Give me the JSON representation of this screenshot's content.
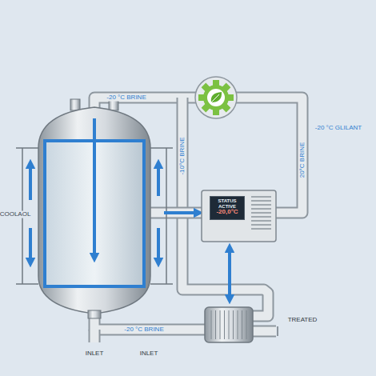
{
  "diagram": {
    "nodes": [
      {
        "text": [
          "STATUS ACTIVE",
          "-20,0°C"
        ]
      }
    ],
    "labels": [
      "-20 °C BRINE",
      "-20 °C GLILANT",
      "-10°C BRINE",
      "20°C BRINE",
      "COOLAOL",
      "-20 °C BRINE",
      "TREATED",
      "INLET",
      "INLET"
    ]
  }
}
